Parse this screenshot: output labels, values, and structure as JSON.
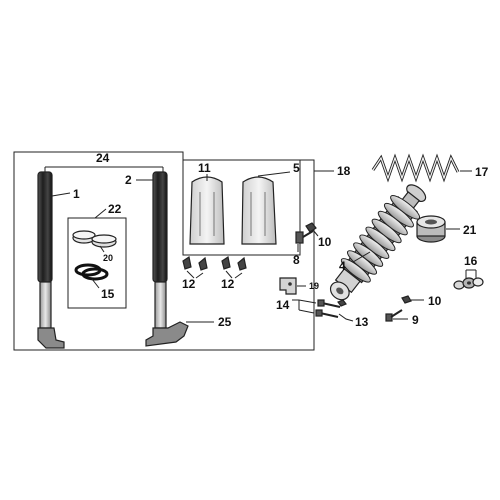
{
  "callouts": {
    "c1": "1",
    "c2": "2",
    "c4": "4",
    "c5": "5",
    "c8": "8",
    "c9": "9",
    "c10a": "10",
    "c10b": "10",
    "c11": "11",
    "c12a": "12",
    "c12b": "12",
    "c13": "13",
    "c14": "14",
    "c15": "15",
    "c16": "16",
    "c17": "17",
    "c18": "18",
    "c19": "19",
    "c20": "20",
    "c21": "21",
    "c22": "22",
    "c24": "24",
    "c25": "25"
  },
  "colors": {
    "line": "#222222",
    "part_dark": "#2a2a2a",
    "part_mid": "#8c8c8c",
    "part_light": "#d6d6d6",
    "background": "#ffffff"
  }
}
